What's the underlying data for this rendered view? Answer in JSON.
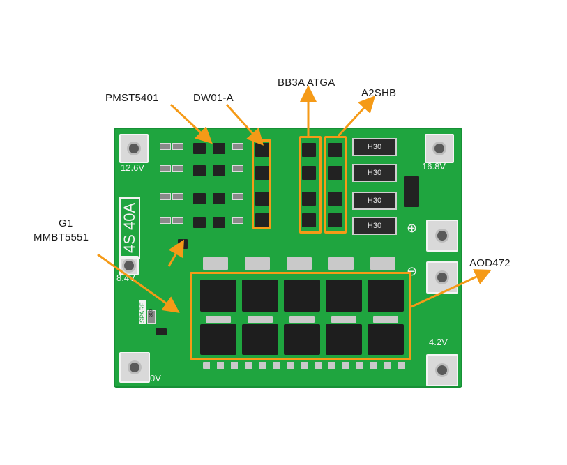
{
  "callouts": {
    "pmst": "PMST5401",
    "dw01": "DW01-A",
    "bb3a": "BB3A ATGA",
    "a2shb": "A2SHB",
    "g1": "G1",
    "mmbt": "MMBT5551",
    "aod": "AOD472"
  },
  "silkscreen": {
    "v126": "12.6V",
    "v168": "16.8V",
    "v84": "8.4V",
    "v42": "4.2V",
    "v0": "0V",
    "model": "4S 40A",
    "spare": "SPARE",
    "res_code": "H30",
    "small_code": "300"
  },
  "colors": {
    "board": "#1fa53f",
    "highlight": "#f59a17",
    "component": "#1e1e1e"
  }
}
